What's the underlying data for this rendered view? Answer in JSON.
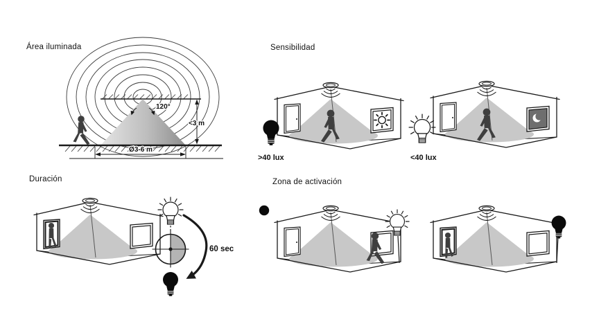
{
  "panels": {
    "illuminated_area": {
      "title": "Área iluminada",
      "angle_label": "120°",
      "height_label": "<3 m",
      "diameter_label": "Ø3-6 m"
    },
    "sensitivity": {
      "title": "Sensibilidad",
      "day_label": ">40 lux",
      "night_label": "<40 lux"
    },
    "duration": {
      "title": "Duración",
      "time_label": "60 sec"
    },
    "activation_zone": {
      "title": "Zona de activación"
    }
  },
  "icons": {
    "motion-sensor-icon": "ceiling disc with detection arcs",
    "bulb-on-icon": "light bulb lit with rays",
    "bulb-off-icon": "light bulb off, filled black",
    "sun-icon": "sun in window (day)",
    "moon-icon": "crescent moon in dark window (night)",
    "timer-icon": "half-shaded timer dial",
    "person-walking-icon": "walking person silhouette",
    "person-leaving-icon": "person in doorway",
    "bullet-dot-icon": "black list bullet",
    "curved-arrow-icon": "clockwise countdown arrow"
  },
  "colors": {
    "line": "#1a1a1a",
    "cone": "#c8c8c8",
    "cone_edge": "#8f8f8f",
    "person": "#3f3f3f",
    "night_window": "#6e6e6e",
    "timer_fill": "#b4b4b4",
    "bulb_off": "#0b0b0b"
  }
}
